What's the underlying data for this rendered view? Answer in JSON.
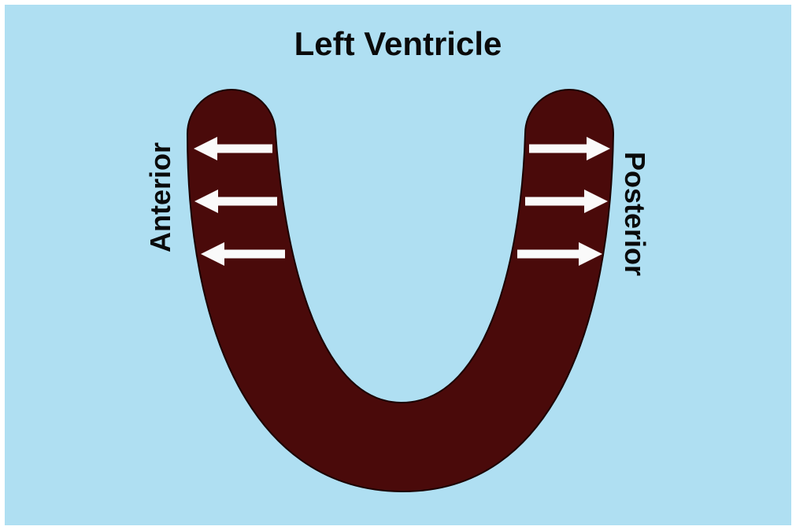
{
  "title": "Left Ventricle",
  "labels": {
    "anterior": "Anterior",
    "posterior": "Posterior"
  },
  "colors": {
    "background": "#afdff2",
    "ventricle_wall": "#4a0a0a",
    "arrow": "#fafafa",
    "text": "#0a0a0a"
  },
  "arrows": {
    "anterior_direction": "outward-left",
    "posterior_direction": "outward-right",
    "count_per_side": 3
  }
}
